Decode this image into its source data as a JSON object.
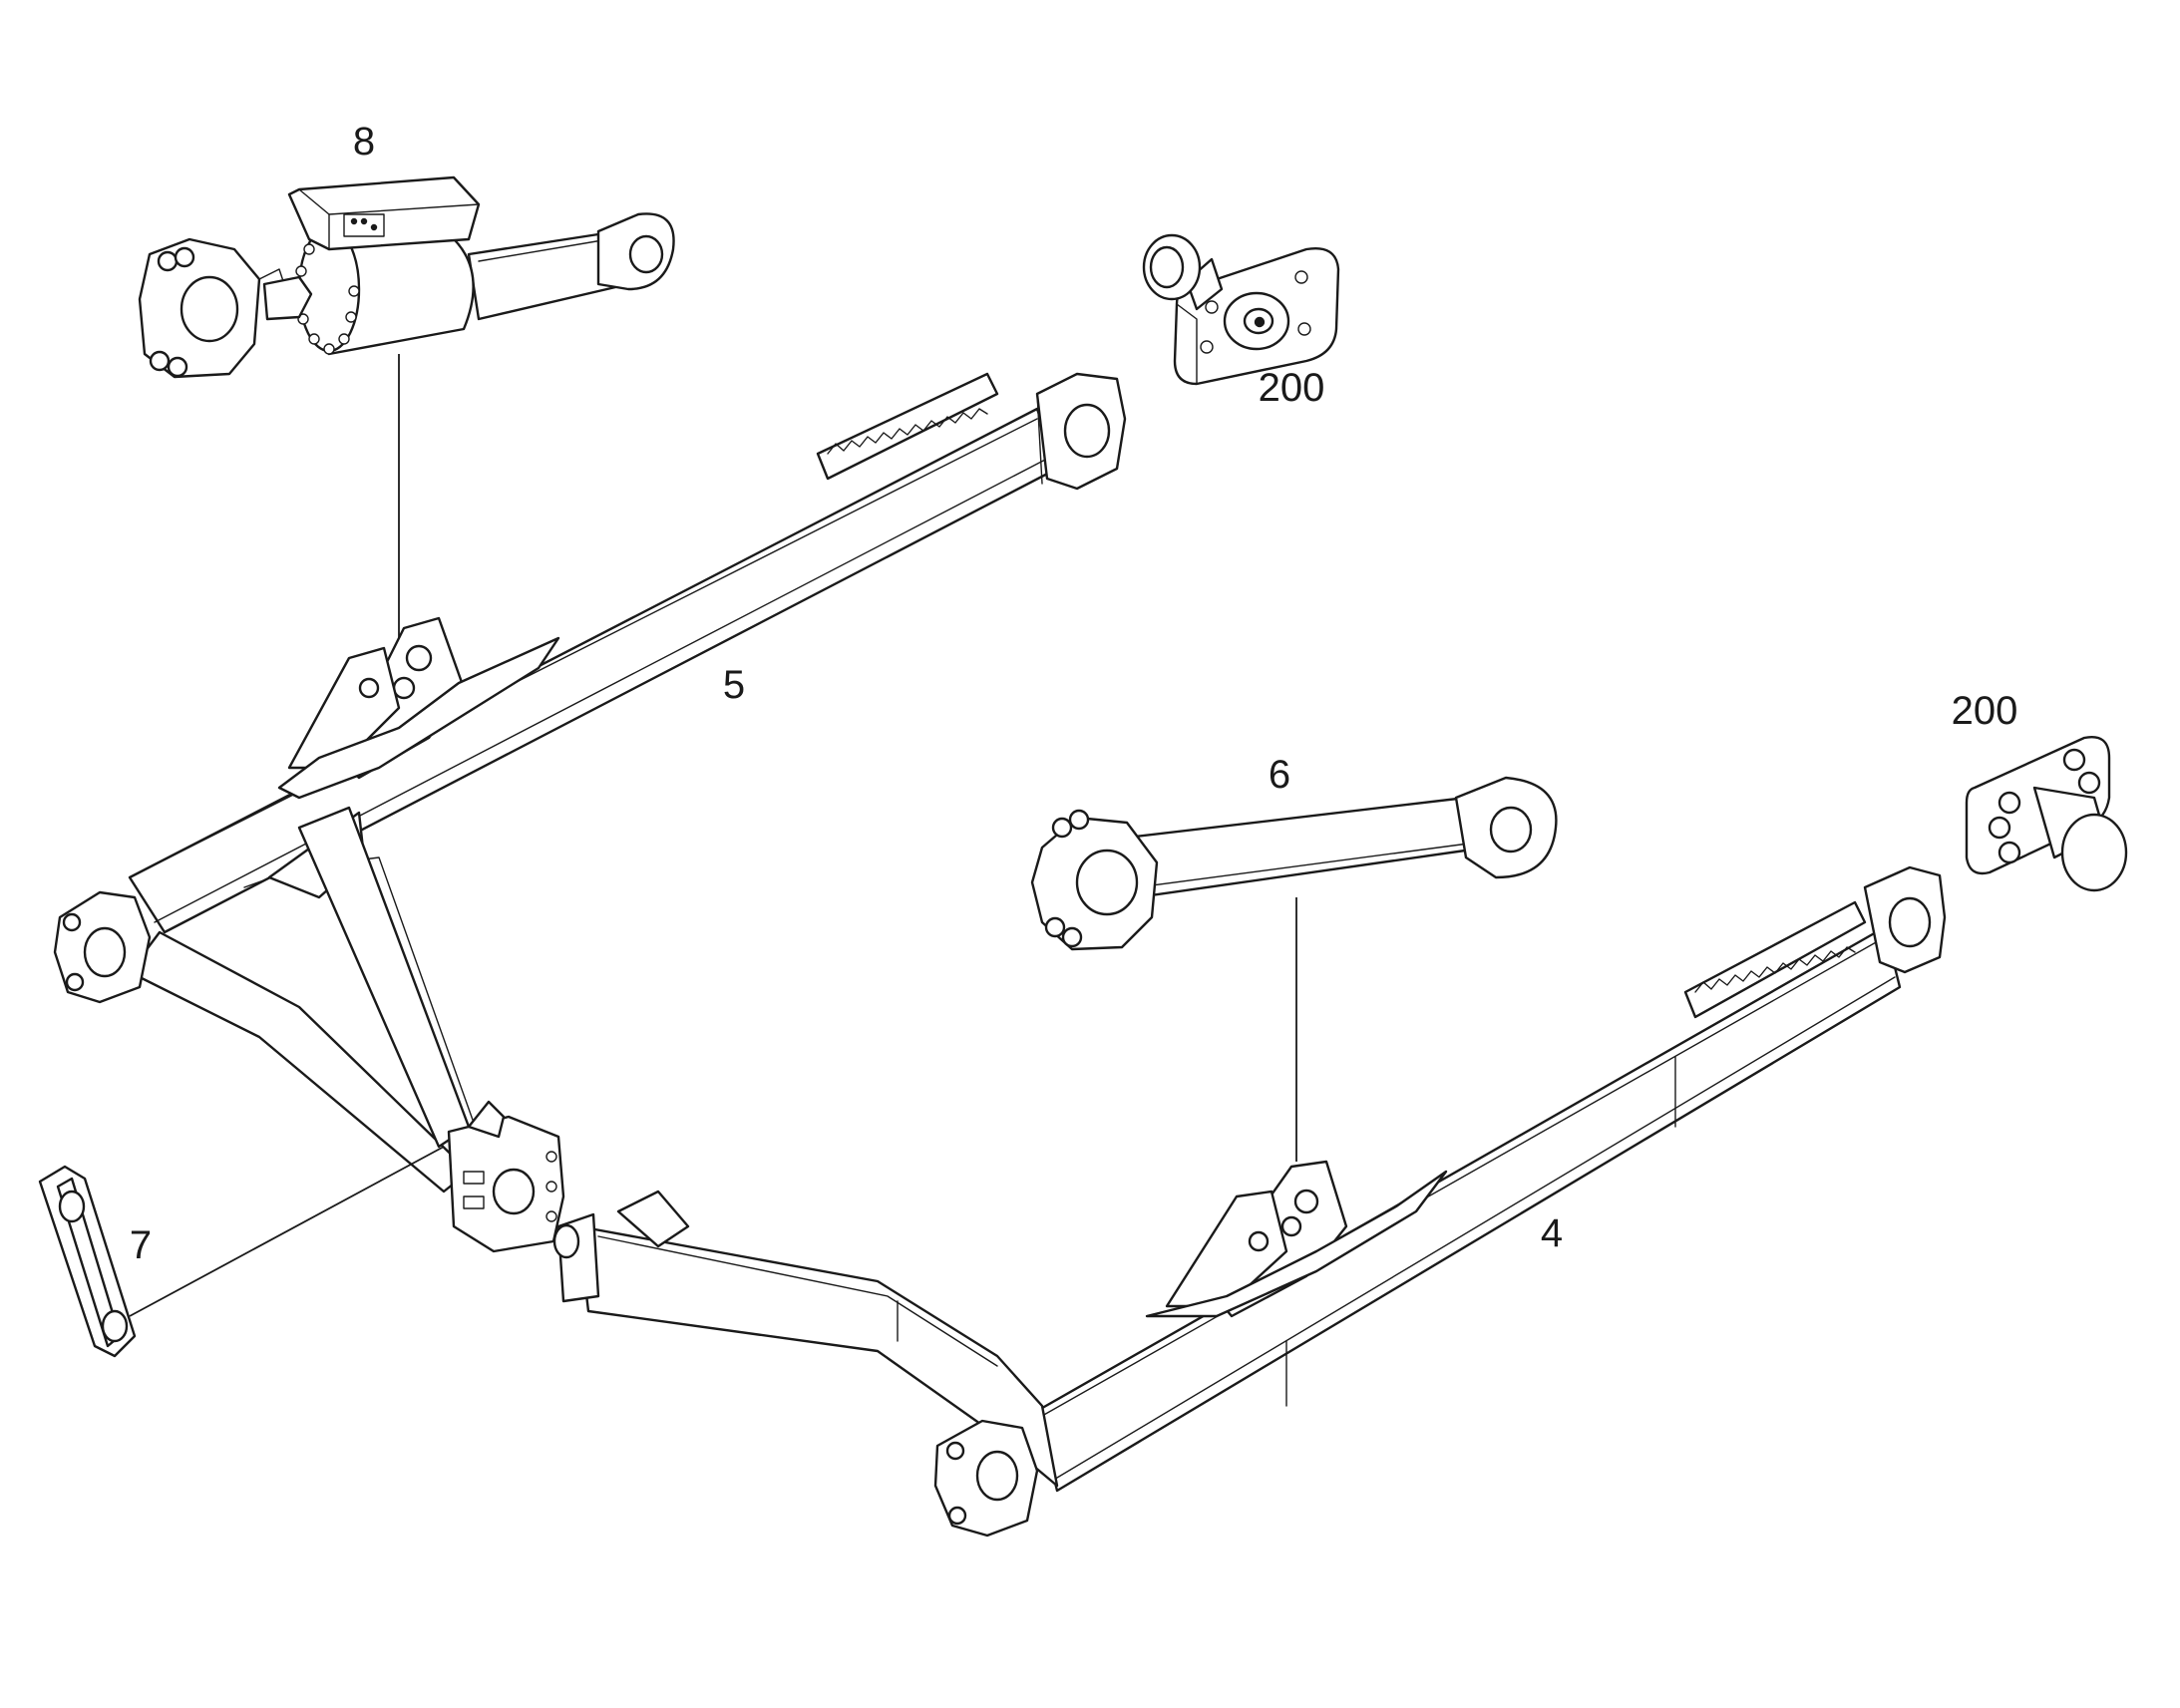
{
  "callouts": {
    "part_8": "8",
    "part_200_top": "200",
    "part_5": "5",
    "part_200_right": "200",
    "part_6": "6",
    "part_7": "7",
    "part_4": "4"
  },
  "colors": {
    "stroke": "#1a1a1a",
    "fill": "#ffffff"
  }
}
